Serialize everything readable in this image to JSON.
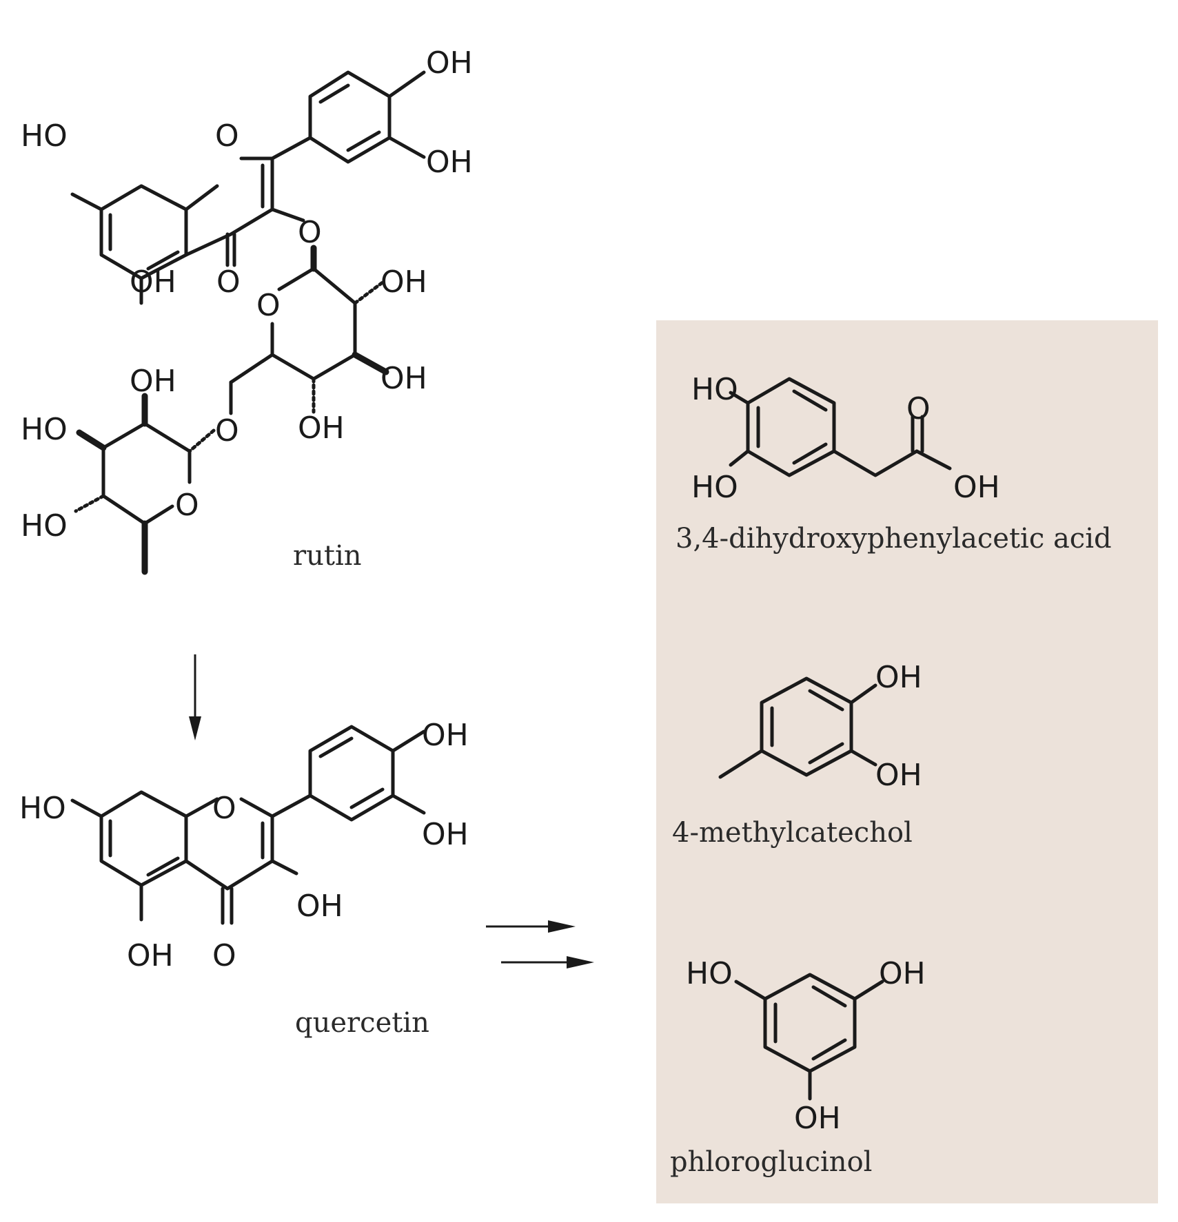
{
  "compounds": {
    "rutin": {
      "name": "rutin",
      "atoms": {
        "oh_top": "OH",
        "oh_mid": "OH",
        "ho_left": "HO",
        "o_ring": "O",
        "o_glycoside": "O",
        "oh_5": "OH",
        "o_carbonyl": "O",
        "o_sugar_ring": "O",
        "oh_sugar_2": "OH",
        "oh_sugar_3": "OH",
        "oh_sugar_4": "OH",
        "o_linker": "O",
        "oh_rham_1": "OH",
        "ho_rham_2": "HO",
        "o_rham_ring": "O",
        "ho_rham_3": "HO"
      }
    },
    "quercetin": {
      "name": "quercetin",
      "atoms": {
        "oh_top": "OH",
        "oh_mid": "OH",
        "ho_left": "HO",
        "o_ring": "O",
        "oh_3": "OH",
        "oh_5": "OH",
        "o_carbonyl": "O"
      }
    },
    "dopac": {
      "name": "3,4-dihydroxyphenylacetic acid",
      "atoms": {
        "ho_top": "HO",
        "ho_bottom": "HO",
        "o_carbonyl": "O",
        "oh_acid": "OH"
      }
    },
    "methylcatechol": {
      "name": "4-methylcatechol",
      "atoms": {
        "oh_top": "OH",
        "oh_bottom": "OH"
      }
    },
    "phloroglucinol": {
      "name": "phloroglucinol",
      "atoms": {
        "ho_left": "HO",
        "oh_right": "OH",
        "oh_bottom": "OH"
      }
    }
  },
  "colors": {
    "products_panel": "#ece2da",
    "ink": "#1a1a1a"
  }
}
